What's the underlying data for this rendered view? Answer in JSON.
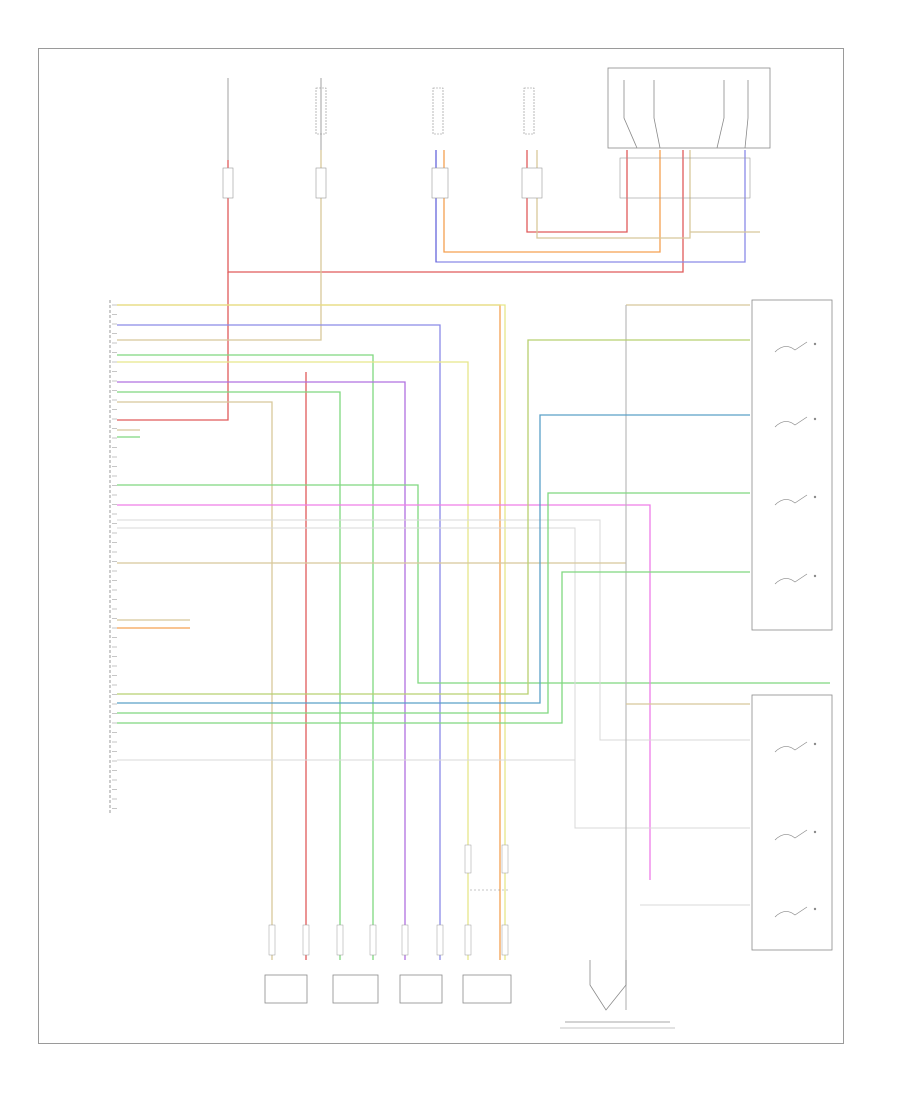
{
  "diagram": {
    "page_code": "",
    "left_module_caption": [],
    "bottom_components": [],
    "right_components": [],
    "top_components": [],
    "wires": [
      {
        "color": "#f5a050",
        "id": "w-orange"
      },
      {
        "color": "#e05a5a",
        "id": "w-red"
      },
      {
        "color": "#8a8ae8",
        "id": "w-blue"
      },
      {
        "color": "#d8c89a",
        "id": "w-tan"
      },
      {
        "color": "#7fd87f",
        "id": "w-green"
      },
      {
        "color": "#e6e68a",
        "id": "w-yellow"
      },
      {
        "color": "#5aa0c8",
        "id": "w-cyan"
      },
      {
        "color": "#ef7de8",
        "id": "w-pink"
      },
      {
        "color": "#b070e0",
        "id": "w-violet"
      },
      {
        "color": "#c9c9c9",
        "id": "w-grey"
      },
      {
        "color": "#b8d070",
        "id": "w-lime"
      }
    ]
  }
}
